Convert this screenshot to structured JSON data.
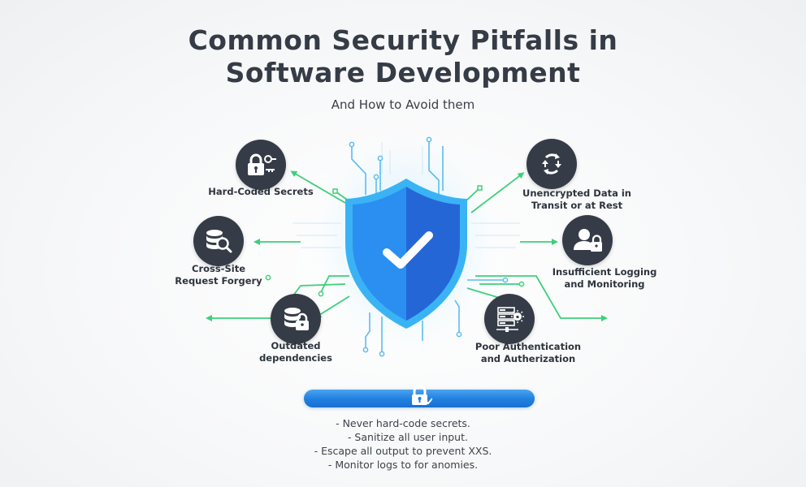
{
  "header": {
    "title_line1": "Common Security Pitfalls in",
    "title_line2": "Software Development",
    "subtitle": "And How to Avoid them"
  },
  "center": {
    "icon": "shield-check-icon",
    "shield_light": "#2a8ff0",
    "shield_dark": "#2566d6",
    "shield_rim": "#3ab3f5"
  },
  "pitfalls": [
    {
      "id": "hard-coded-secrets",
      "label_lines": [
        "Hard-Coded Secrets"
      ],
      "icon": "lock-key-icon",
      "side": "left"
    },
    {
      "id": "cross-site-request-forgery",
      "label_lines": [
        "Cross-Site",
        "Request Forgery"
      ],
      "icon": "database-search-icon",
      "side": "left"
    },
    {
      "id": "outdated-dependencies",
      "label_lines": [
        "Outdated",
        "dependencies"
      ],
      "icon": "database-lock-icon",
      "side": "left"
    },
    {
      "id": "unencrypted-data",
      "label_lines": [
        "Unencrypted  Data in",
        "Transit or at Rest"
      ],
      "icon": "sync-arrows-icon",
      "side": "right"
    },
    {
      "id": "insufficient-logging",
      "label_lines": [
        "Insufficient Logging",
        "and Monitoring"
      ],
      "icon": "user-lock-icon",
      "side": "right"
    },
    {
      "id": "poor-authentication",
      "label_lines": [
        "Poor Authentication",
        "and Autherization"
      ],
      "icon": "server-lock-icon",
      "side": "right"
    }
  ],
  "banner": {
    "icon": "lock-check-icon",
    "color": "#1f7fe0"
  },
  "tips": [
    "- Never hard-code secrets.",
    "   - Sanitize all user input.",
    "- Escape all output to prevent XXS.",
    "- Monitor logs to for anomies."
  ],
  "colors": {
    "node_bg": "#353c47",
    "arrow_green": "#3ecf7a",
    "circuit_blue": "#5bbcf0",
    "text_dark": "#353c46"
  }
}
